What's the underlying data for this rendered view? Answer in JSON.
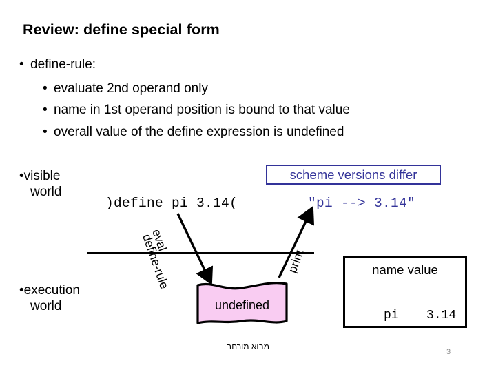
{
  "slide": {
    "title": "Review: define special form",
    "page_number": "3",
    "footer_note": "מבוא מורחב",
    "colors": {
      "accent_blue": "#333399",
      "flag_pink": "#F9CCF2",
      "page_number_gray": "#8C8C8C",
      "text_black": "#000000",
      "background": "#FFFFFF"
    }
  },
  "bullets": [
    {
      "level": 1,
      "marker": "•",
      "text": "define-rule:"
    },
    {
      "level": 2,
      "marker": "•",
      "text": "evaluate 2nd operand only"
    },
    {
      "level": 2,
      "marker": "•",
      "text": "name in 1st operand position is bound to that value"
    },
    {
      "level": 2,
      "marker": "•",
      "text": "overall value of the define expression is undefined"
    }
  ],
  "diagram": {
    "visible_world": {
      "marker": "•",
      "line1": "visible",
      "line2": "world"
    },
    "execution_world": {
      "marker": "•",
      "line1": "execution",
      "line2": "world"
    },
    "code_input": ")define pi 3.14(",
    "code_output": "\"pi --> 3.14\"",
    "callout": "scheme versions differ",
    "arrow_labels": {
      "eval": "eval",
      "define_rule": "define-rule",
      "print": "print"
    },
    "flag_label": "undefined",
    "environment": {
      "header": "name value",
      "rows": [
        {
          "name": "pi",
          "value": "3.14"
        }
      ]
    }
  }
}
